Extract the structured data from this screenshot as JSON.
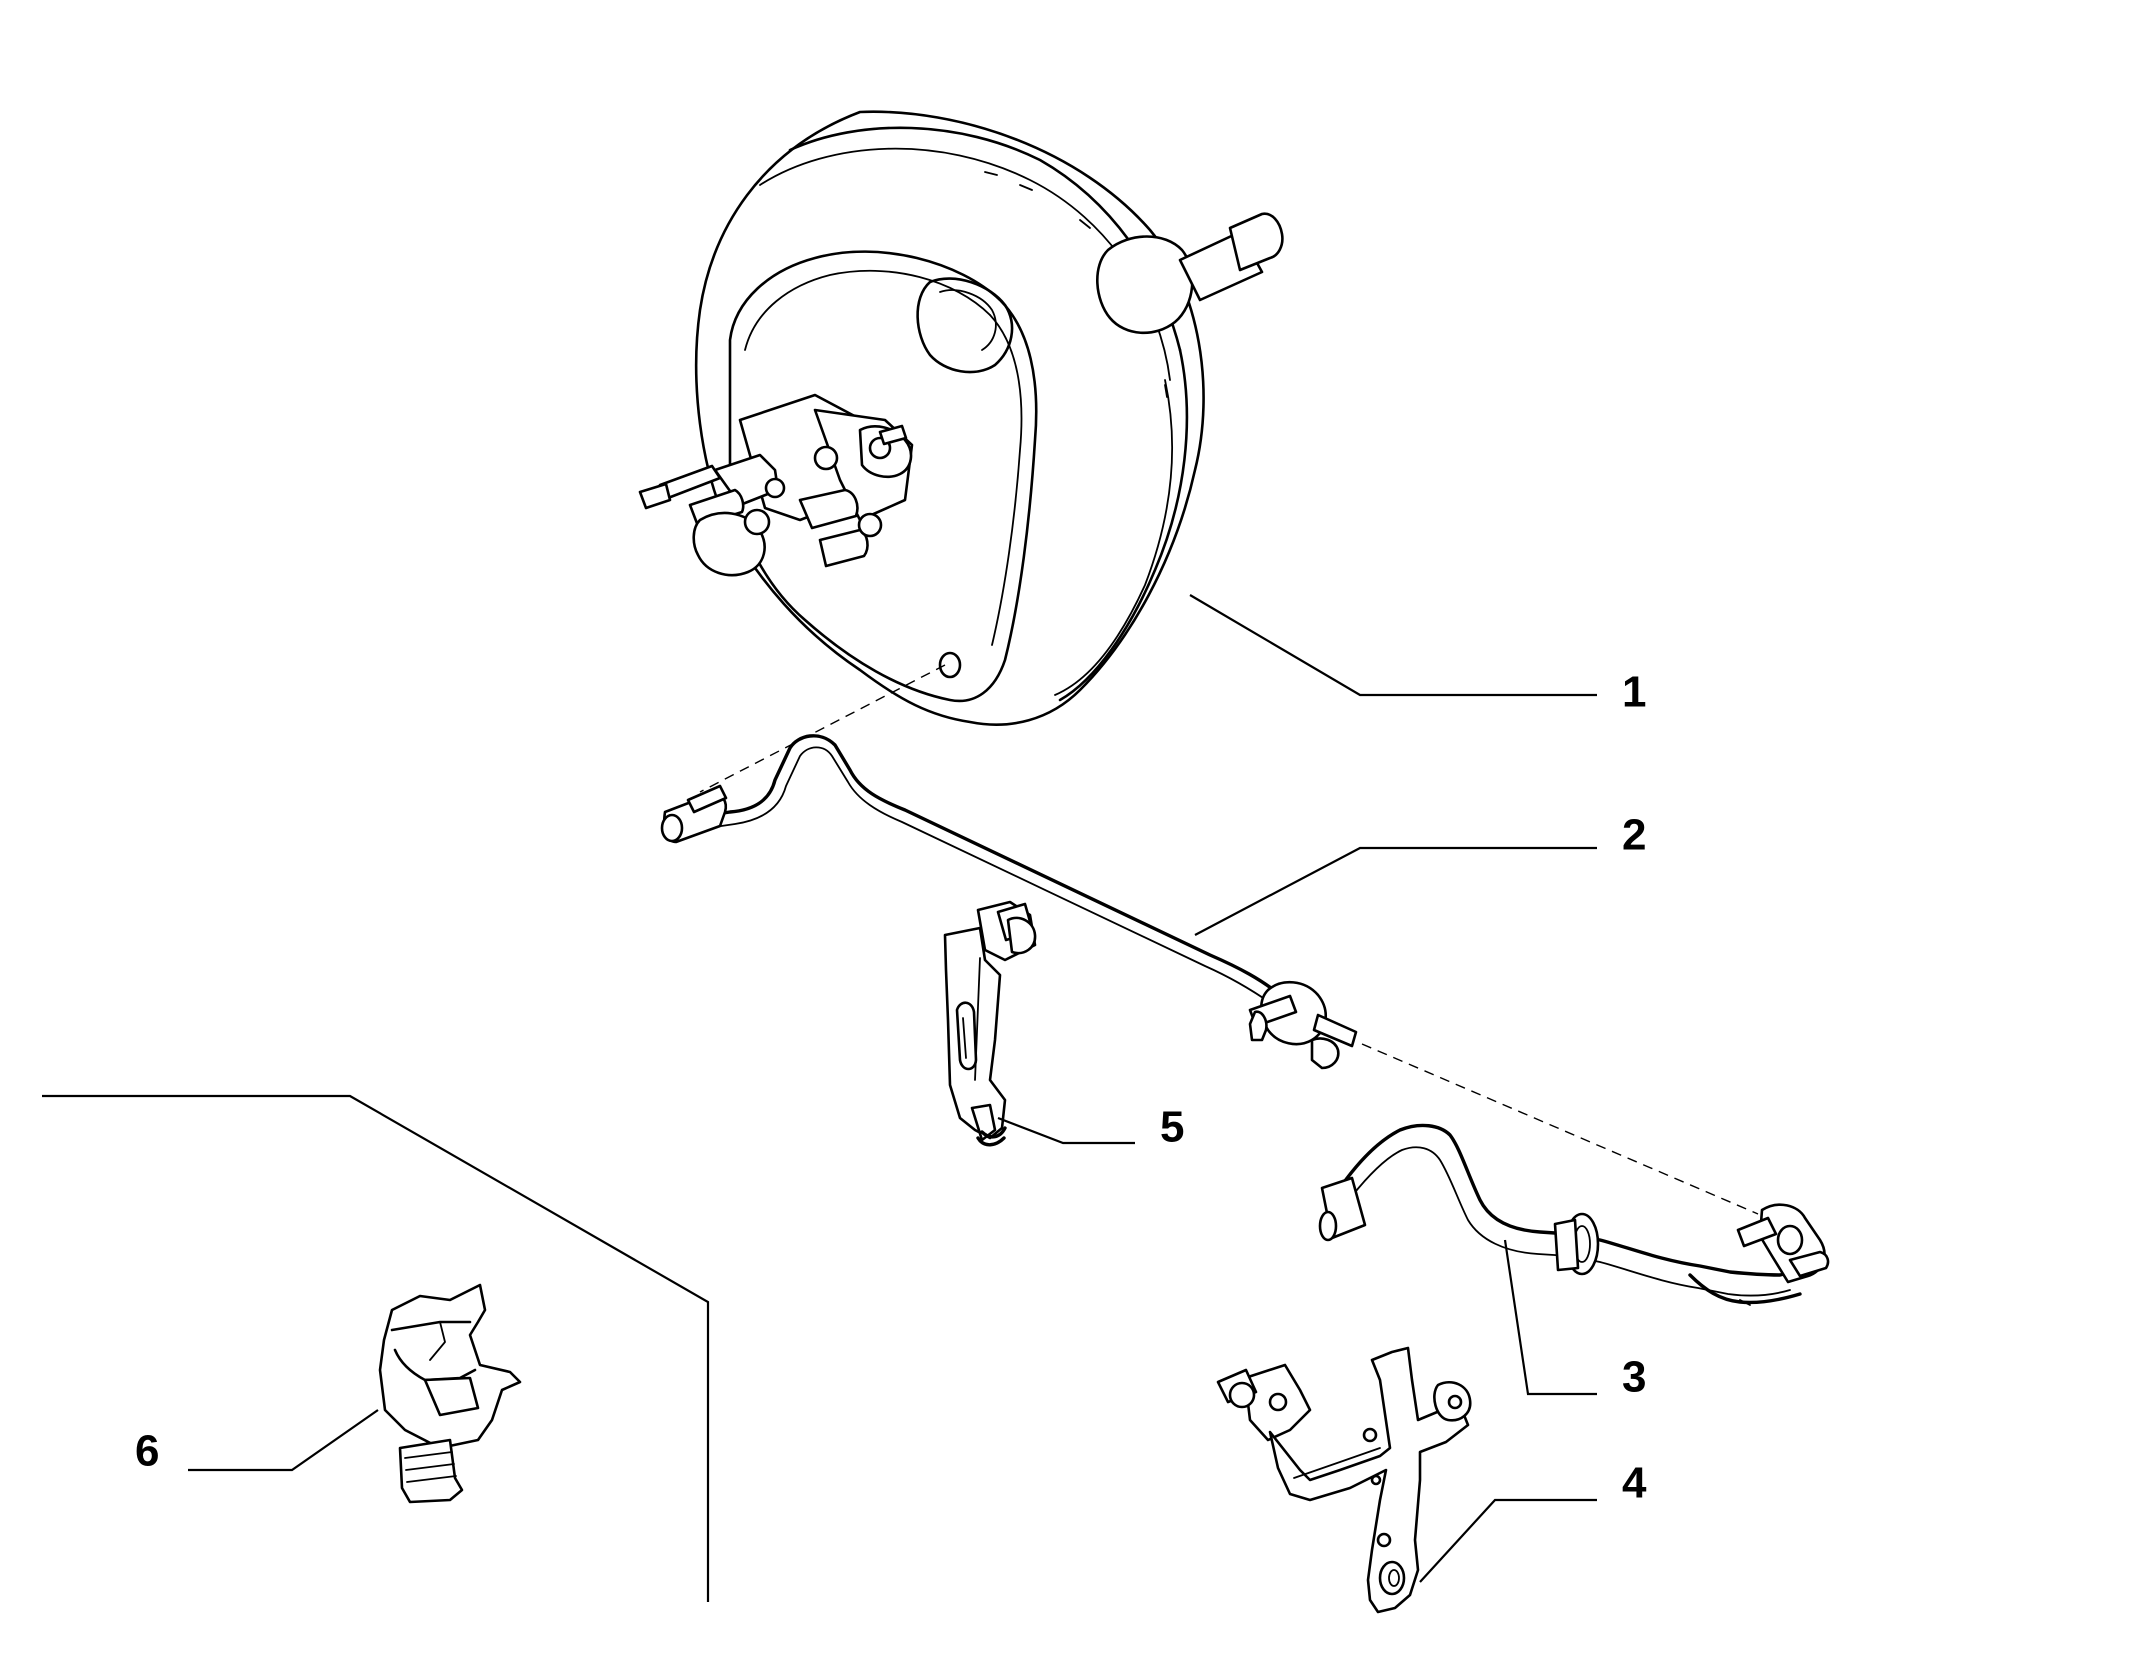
{
  "callouts": [
    {
      "id": "1",
      "label": "1"
    },
    {
      "id": "2",
      "label": "2"
    },
    {
      "id": "3",
      "label": "3"
    },
    {
      "id": "4",
      "label": "4"
    },
    {
      "id": "5",
      "label": "5"
    },
    {
      "id": "6",
      "label": "6"
    }
  ],
  "parts": [
    {
      "ref": "1",
      "icon": "brake-booster-icon"
    },
    {
      "ref": "2",
      "icon": "vacuum-pipe-icon"
    },
    {
      "ref": "3",
      "icon": "vacuum-hose-icon"
    },
    {
      "ref": "4",
      "icon": "pipe-bracket-icon"
    },
    {
      "ref": "5",
      "icon": "pipe-clip-bracket-icon"
    },
    {
      "ref": "6",
      "icon": "fastening-clip-icon"
    }
  ]
}
